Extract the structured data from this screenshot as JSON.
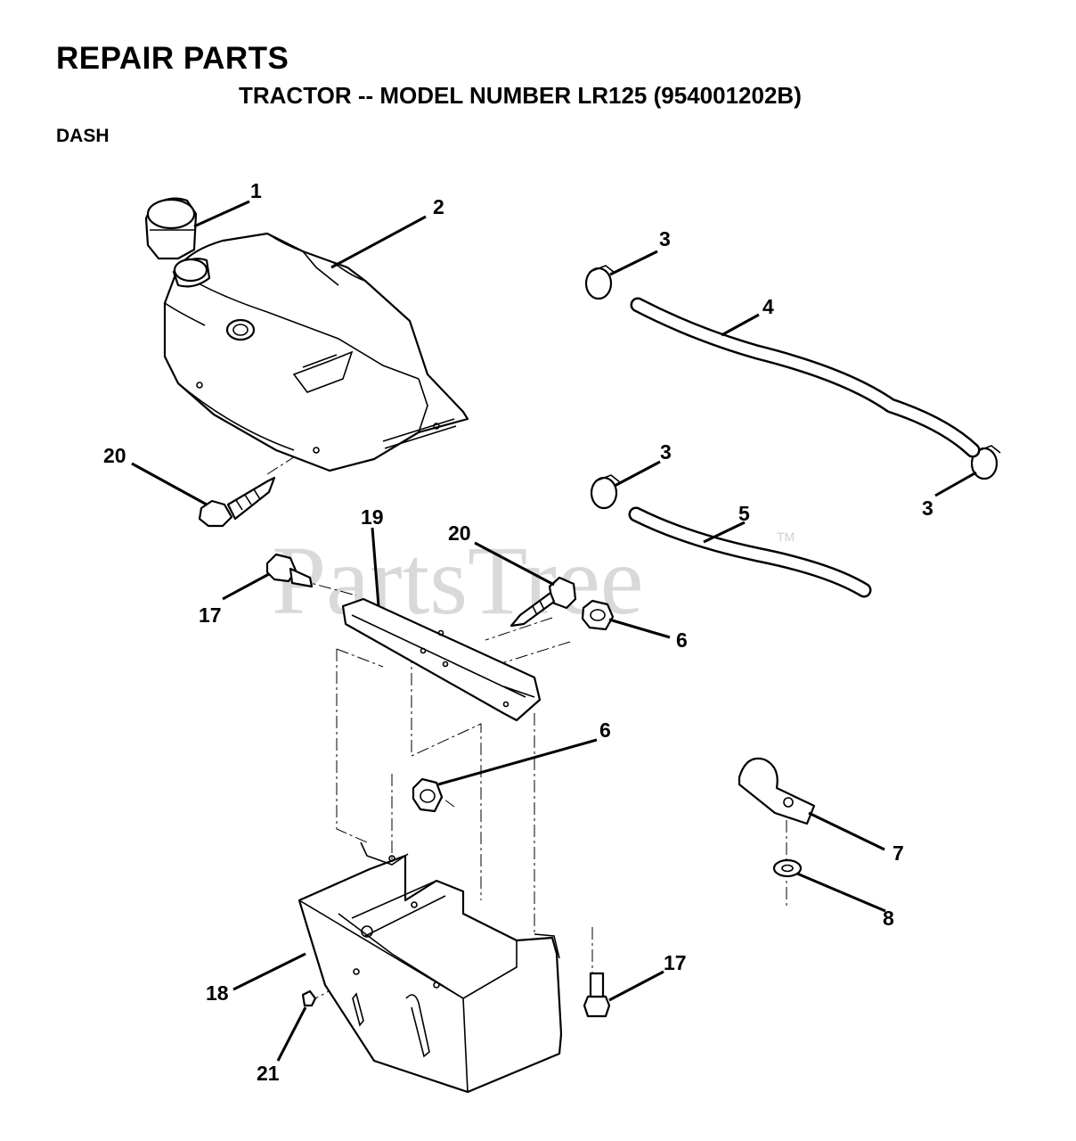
{
  "header": {
    "title": "REPAIR PARTS",
    "subtitle": "TRACTOR -- MODEL NUMBER LR125 (954001202B)",
    "section": "DASH"
  },
  "watermark": {
    "text": "PartsTree",
    "trademark": "TM"
  },
  "callouts": [
    "1",
    "2",
    "3",
    "4",
    "3",
    "5",
    "3",
    "20",
    "19",
    "20",
    "17",
    "6",
    "6",
    "7",
    "8",
    "18",
    "17",
    "21"
  ],
  "colors": {
    "ink": "#000000",
    "watermark": "#d9d9d9",
    "background": "#ffffff"
  }
}
